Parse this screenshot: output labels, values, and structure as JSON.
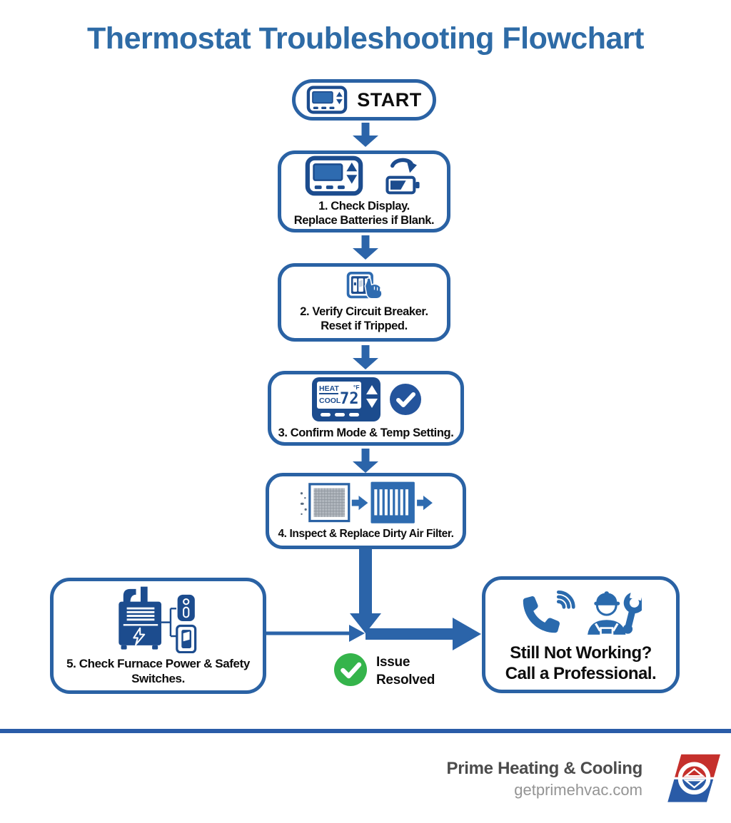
{
  "title": "Thermostat Troubleshooting Flowchart",
  "start": {
    "label": "START",
    "icon": "thermostat-icon"
  },
  "steps": [
    {
      "line1": "1. Check Display.",
      "line2": "Replace Batteries if Blank.",
      "icons": [
        "thermostat-icon",
        "replace-arrow-icon",
        "battery-icon"
      ]
    },
    {
      "line1": "2. Verify Circuit Breaker.",
      "line2": "Reset if Tripped.",
      "icons": [
        "breaker-panel-icon",
        "pressing-hand-icon"
      ]
    },
    {
      "line1": "3. Confirm Mode & Temp Setting.",
      "icons": [
        "thermostat-display-icon",
        "check-circle-icon"
      ]
    },
    {
      "line1": "4. Inspect & Replace Dirty Air Filter.",
      "icons": [
        "dust-specks-icon",
        "dirty-filter-icon",
        "flow-arrow-icon",
        "clean-filter-icon",
        "flow-arrow-icon"
      ]
    },
    {
      "line1": "5. Check Furnace Power & Safety",
      "line2": "Switches.",
      "icons": [
        "furnace-icon",
        "safety-switch-icon",
        "toggle-switch-icon"
      ]
    }
  ],
  "display": {
    "heat": "HEAT",
    "cool": "COOL",
    "temp": "72",
    "unit": "°F"
  },
  "resolved": {
    "line1": "Issue",
    "line2": "Resolved",
    "icon": "green-check-icon"
  },
  "professional": {
    "line1": "Still Not Working?",
    "line2": "Call a Professional.",
    "icons": [
      "phone-call-icon",
      "technician-icon",
      "wrench-icon"
    ]
  },
  "footer": {
    "company": "Prime Heating & Cooling",
    "website": "getprimehvac.com",
    "logo": "prime-hvac-logo"
  },
  "colors": {
    "title_blue": "#2e6ba6",
    "border_blue": "#2a62a4",
    "icon_navy": "#1c4c8e",
    "icon_blue": "#2e6bb0",
    "arrow_blue": "#2b64a9",
    "check_green": "#35b44b",
    "divider_blue": "#2a5ca8",
    "logo_red": "#c5302c",
    "logo_blue": "#2a5ba7",
    "text_black": "#111111",
    "footer_dark": "#4c4c4c",
    "footer_gray": "#949494"
  }
}
